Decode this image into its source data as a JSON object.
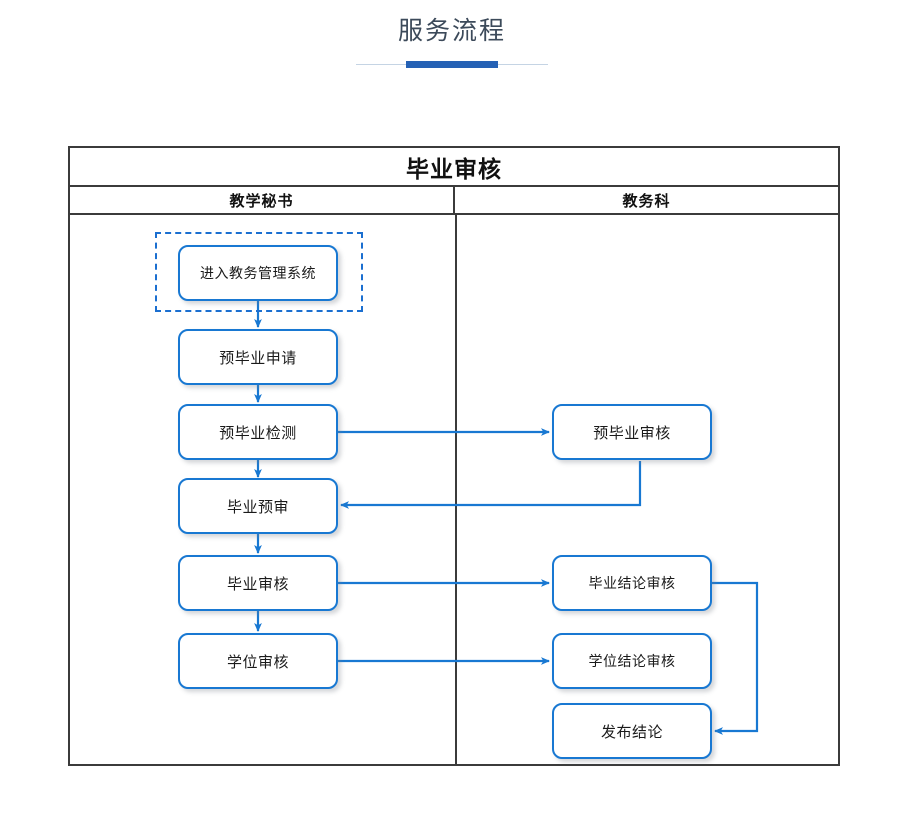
{
  "page": {
    "title": "服务流程"
  },
  "flow": {
    "banner": "毕业审核",
    "lanes": [
      {
        "id": "lane-left",
        "label": "教学秘书"
      },
      {
        "id": "lane-right",
        "label": "教务科"
      }
    ],
    "nodes": [
      {
        "id": "n1",
        "lane": "lane-left",
        "label": "进入教务管理系统",
        "selected": true
      },
      {
        "id": "n2",
        "lane": "lane-left",
        "label": "预毕业申请"
      },
      {
        "id": "n3",
        "lane": "lane-left",
        "label": "预毕业检测"
      },
      {
        "id": "n4",
        "lane": "lane-left",
        "label": "毕业预审"
      },
      {
        "id": "n5",
        "lane": "lane-left",
        "label": "毕业审核"
      },
      {
        "id": "n6",
        "lane": "lane-left",
        "label": "学位审核"
      },
      {
        "id": "n7",
        "lane": "lane-right",
        "label": "预毕业审核"
      },
      {
        "id": "n8",
        "lane": "lane-right",
        "label": "毕业结论审核"
      },
      {
        "id": "n9",
        "lane": "lane-right",
        "label": "学位结论审核"
      },
      {
        "id": "n10",
        "lane": "lane-right",
        "label": "发布结论"
      }
    ],
    "edges": [
      {
        "from": "n1",
        "to": "n2"
      },
      {
        "from": "n2",
        "to": "n3"
      },
      {
        "from": "n3",
        "to": "n7"
      },
      {
        "from": "n3",
        "to": "n4"
      },
      {
        "from": "n7",
        "to": "n4"
      },
      {
        "from": "n4",
        "to": "n5"
      },
      {
        "from": "n5",
        "to": "n8"
      },
      {
        "from": "n5",
        "to": "n6"
      },
      {
        "from": "n6",
        "to": "n9"
      },
      {
        "from": "n8",
        "to": "n10"
      }
    ]
  },
  "colors": {
    "accent": "#2561b5",
    "node_border": "#1878d2",
    "connector": "#1878d2",
    "frame": "#3b3b3b",
    "selection": "#1b6fd0",
    "title_text": "#3c4a5a",
    "rule_light": "#c5d4e4"
  }
}
